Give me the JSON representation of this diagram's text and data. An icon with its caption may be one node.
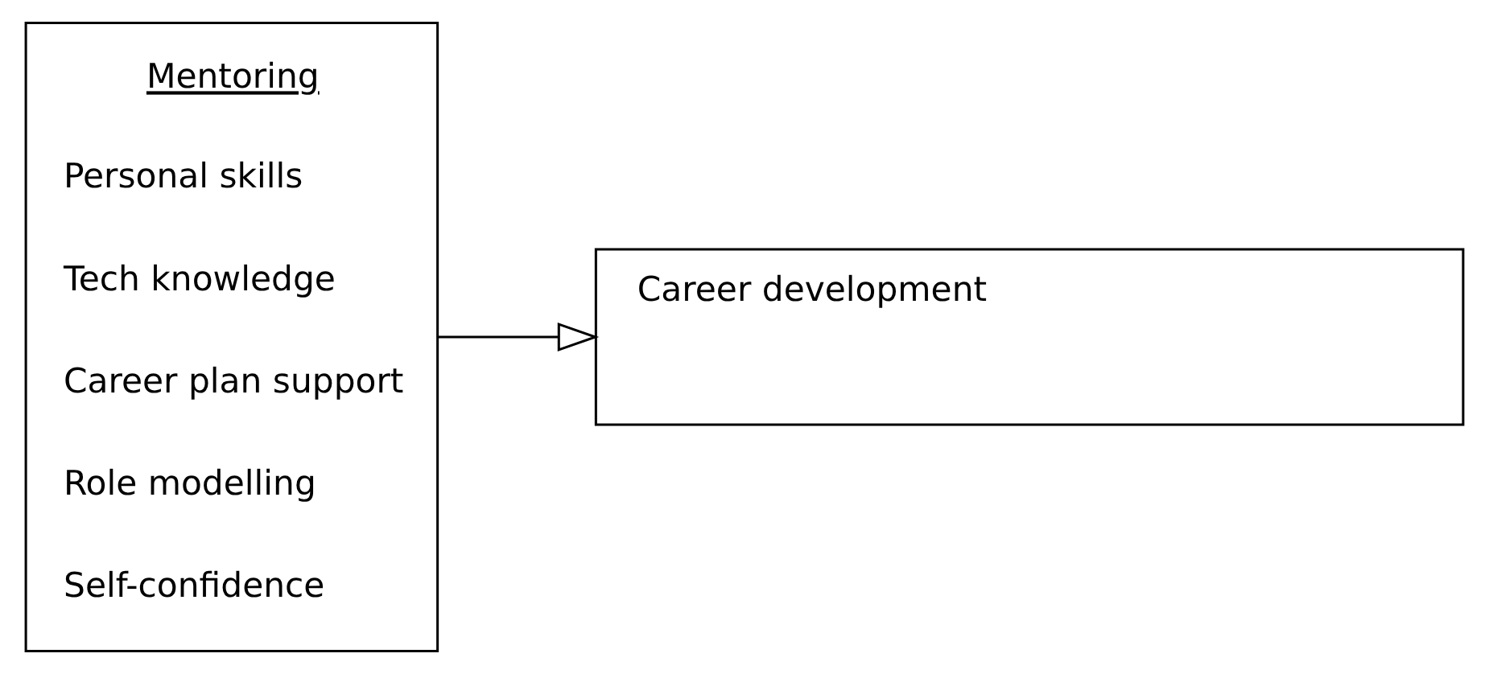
{
  "diagram": {
    "nodes": [
      {
        "text": [
          "Mentoring",
          "Personal skills",
          "Tech knowledge",
          "Career plan support",
          "Role modelling",
          "Self-confidence"
        ]
      },
      {
        "text": [
          "Career development"
        ]
      }
    ],
    "edges": [
      {
        "from": 0,
        "to": 1,
        "arrow": "to"
      }
    ]
  }
}
